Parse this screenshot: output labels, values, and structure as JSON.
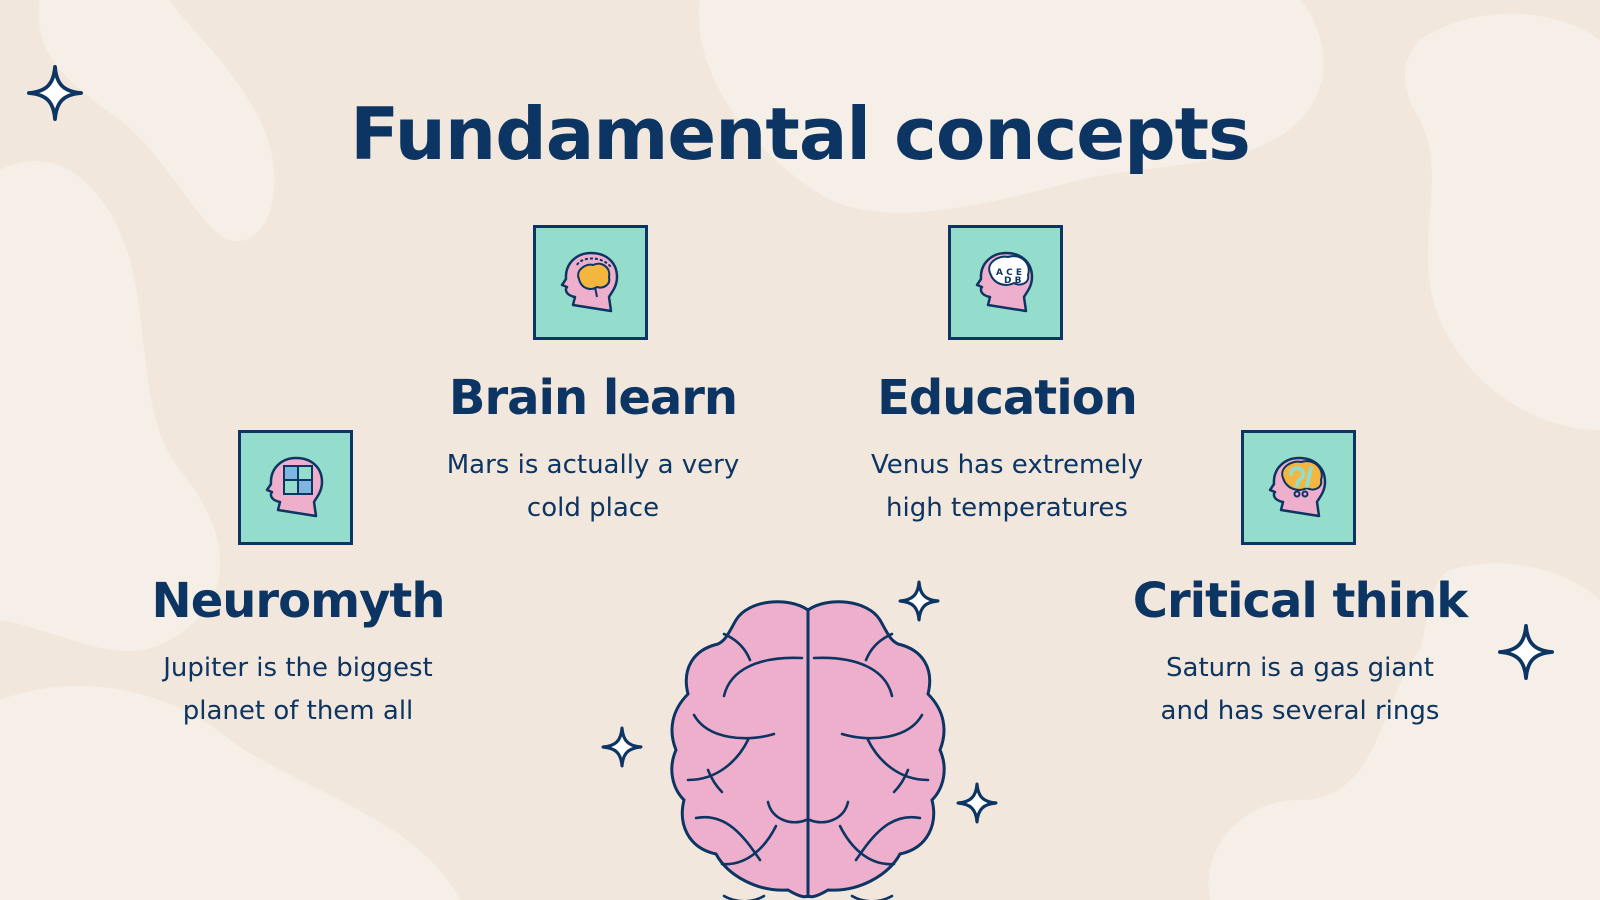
{
  "slide": {
    "title": "Fundamental concepts",
    "colors": {
      "background": "#f2e7dc",
      "blob": "#f5efe8",
      "navy": "#0c3563",
      "mint": "#94dccb",
      "pink": "#eeafcc",
      "orange": "#f4b63f",
      "blue": "#7fb6e0"
    },
    "concepts": [
      {
        "icon": "head-brain-icon",
        "title": "Brain learn",
        "line1": "Mars is actually a very",
        "line2": "cold place"
      },
      {
        "icon": "head-letters-icon",
        "title": "Education",
        "line1": "Venus has extremely",
        "line2": "high temperatures"
      },
      {
        "icon": "head-puzzle-icon",
        "title": "Neuromyth",
        "line1": "Jupiter is the biggest",
        "line2": "planet of them all"
      },
      {
        "icon": "head-question-icon",
        "title": "Critical think",
        "line1": "Saturn is a gas giant",
        "line2": "and has several rings"
      }
    ],
    "decorations": [
      "sparkle-icon",
      "brain-illustration"
    ]
  }
}
